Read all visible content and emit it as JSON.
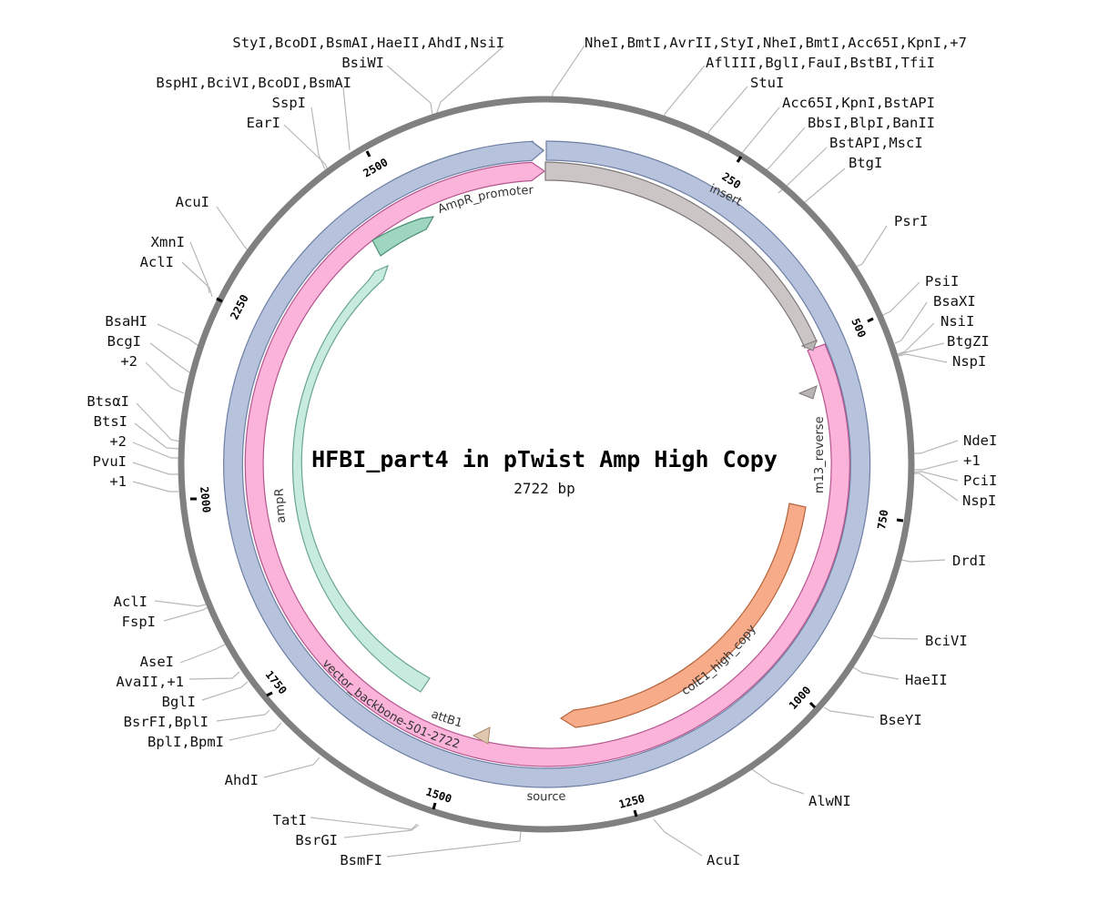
{
  "plasmid": {
    "name": "HFBI_part4 in pTwist Amp High Copy",
    "length_label": "2722 bp",
    "length": 2722
  },
  "colors": {
    "backbone_ring": "#808080",
    "source": "#b7c3dd",
    "source_stroke": "#6d7fa3",
    "vector_backbone": "#fbb3d9",
    "vector_backbone_stroke": "#b5558f",
    "insert": "#cbc5c5",
    "insert_stroke": "#7d7777",
    "ampR_promoter": "#9ed6c0",
    "ampR": "#c8ebe0",
    "colE1": "#f8ab88",
    "attB1": "#e0c8b0",
    "m13_reverse": "#b8b4b4"
  },
  "ticks": [
    {
      "label": "250",
      "pos": 250
    },
    {
      "label": "500",
      "pos": 500
    },
    {
      "label": "750",
      "pos": 750
    },
    {
      "label": "1000",
      "pos": 1000
    },
    {
      "label": "1250",
      "pos": 1250
    },
    {
      "label": "1500",
      "pos": 1500
    },
    {
      "label": "1750",
      "pos": 1750
    },
    {
      "label": "2000",
      "pos": 2000
    },
    {
      "label": "2250",
      "pos": 2250
    },
    {
      "label": "2500",
      "pos": 2500
    }
  ],
  "features": [
    {
      "name": "source",
      "label": "source",
      "start": 1,
      "end": 2722,
      "track": "source"
    },
    {
      "name": "insert",
      "label": "insert",
      "start": 1,
      "end": 500,
      "track": "inner1"
    },
    {
      "name": "vector_backbone",
      "label": "vector_backbone-501-2722",
      "start": 501,
      "end": 2722,
      "track": "inner1"
    },
    {
      "name": "AmpR_promoter",
      "label": "AmpR_promoter",
      "track": "inner2"
    },
    {
      "name": "ampR",
      "label": "ampR",
      "track": "inner2"
    },
    {
      "name": "colE1_high_copy",
      "label": "colE1_high_copy",
      "track": "inner2"
    },
    {
      "name": "attB1",
      "label": "attB1",
      "track": "primer"
    },
    {
      "name": "m13_reverse",
      "label": "m13_reverse",
      "track": "primer"
    }
  ],
  "enzymes": {
    "top_left": [
      "StyI,BcoDI,BsmAI,HaeII,AhdI,NsiI",
      "BsiWI",
      "BspHI,BciVI,BcoDI,BsmAI",
      "SspI",
      "EarI"
    ],
    "top_right": [
      "NheI,BmtI,AvrII,StyI,NheI,BmtI,Acc65I,KpnI,+7",
      "AflIII,BglI,FauI,BstBI,TfiI",
      "StuI",
      "Acc65I,KpnI,BstAPI",
      "BbsI,BlpI,BanII",
      "BstAPI,MscI",
      "BtgI"
    ],
    "right": [
      "PsrI",
      "PsiI",
      "BsaXI",
      "NsiI",
      "BtgZI",
      "NspI",
      "NdeI",
      "+1",
      "PciI",
      "NspI",
      "DrdI",
      "BciVI",
      "HaeII",
      "BseYI",
      "AlwNI",
      "AcuI"
    ],
    "left": [
      "AcuI",
      "XmnI",
      "AclI",
      "BsaHI",
      "BcgI",
      "+2",
      "BtsαI",
      "BtsI",
      "+2",
      "PvuI",
      "+1",
      "AclI",
      "FspI",
      "AseI",
      "AvaII,+1",
      "BglI",
      "BsrFI,BplI",
      "BplI,BpmI",
      "AhdI",
      "TatI",
      "BsrGI",
      "BsmFI"
    ]
  }
}
